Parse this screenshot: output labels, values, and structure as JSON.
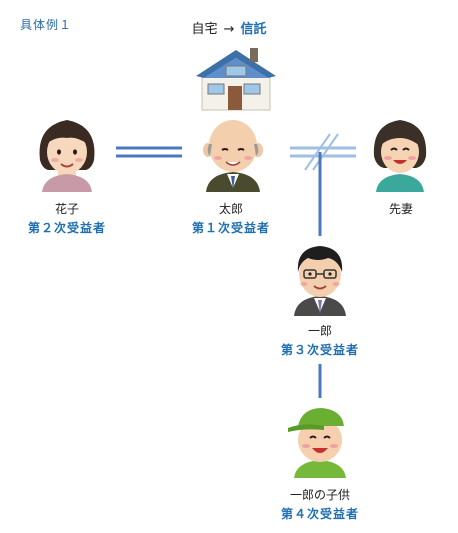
{
  "example_label": "具体例１",
  "house": {
    "from": "自宅",
    "arrow": "→",
    "to": "信託"
  },
  "people": {
    "hanako": {
      "name": "花子",
      "role": "第２次受益者"
    },
    "taro": {
      "name": "太郎",
      "role": "第１次受益者"
    },
    "senzai": {
      "name": "先妻",
      "role": ""
    },
    "ichiro": {
      "name": "一郎",
      "role": "第３次受益者"
    },
    "child": {
      "name": "一郎の子供",
      "role": "第４次受益者"
    }
  },
  "colors": {
    "accent": "#1f6fb2",
    "line": "#4a78c0",
    "divorce_line": "#9fbfe6"
  }
}
